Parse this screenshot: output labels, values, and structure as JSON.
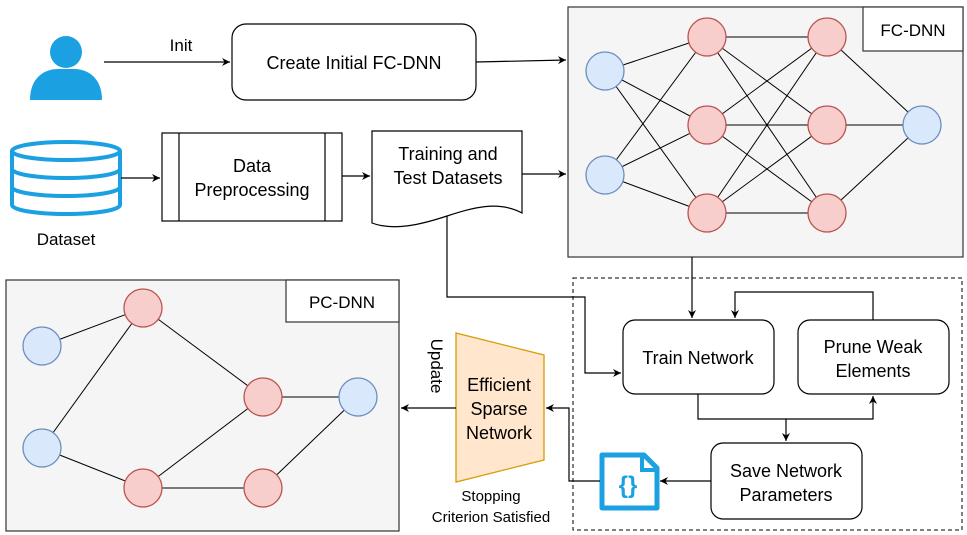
{
  "labels": {
    "init": "Init",
    "create_box": "Create Initial FC-DNN",
    "dataset": "Dataset",
    "preprocess_line1": "Data",
    "preprocess_line2": "Preprocessing",
    "training_line1": "Training and",
    "training_line2": "Test Datasets",
    "fc_dnn": "FC-DNN",
    "pc_dnn": "PC-DNN",
    "train_network": "Train Network",
    "prune_line1": "Prune Weak",
    "prune_line2": "Elements",
    "save_line1": "Save Network",
    "save_line2": "Parameters",
    "efficient_line1": "Efficient",
    "efficient_line2": "Sparse",
    "efficient_line3": "Network",
    "update": "Update",
    "stopping_line1": "Stopping",
    "stopping_line2": "Criterion Satisfied"
  },
  "icons": {
    "user": "user-icon",
    "database": "database-icon",
    "json_file": "json-file-icon"
  },
  "colors": {
    "input_node_fill": "#dae8fc",
    "input_node_stroke": "#6c8ebf",
    "hidden_node_fill": "#f8cecc",
    "hidden_node_stroke": "#b85450",
    "panel_fill": "#f5f5f5",
    "efficient_fill": "#ffe6cc",
    "efficient_stroke": "#d79b00",
    "icon_blue": "#1ba1e2"
  }
}
